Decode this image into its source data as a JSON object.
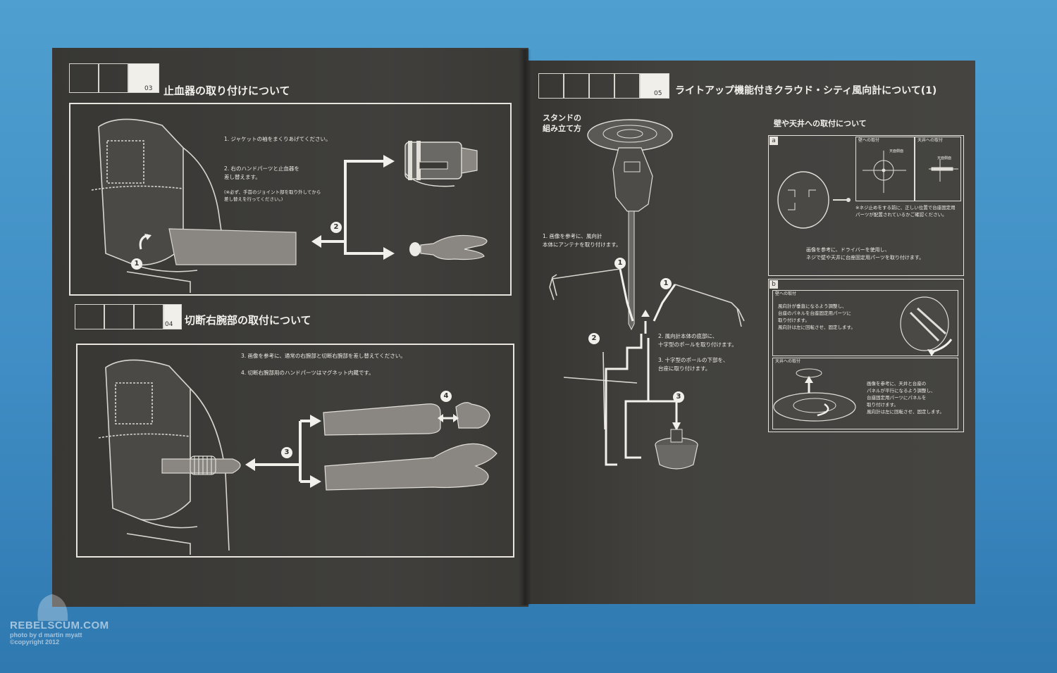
{
  "left_page": {
    "section03": {
      "number": "03",
      "title": "止血器の取り付けについて",
      "step1": "1. ジャケットの袖をまくりあげてください。",
      "step2": "2. 右のハンドパーツと止血器を\n 差し替えます。",
      "note": "(※必ず、手首のジョイント部を取り外してから\n 差し替えを行ってください。)",
      "badge1": "1",
      "badge2": "2"
    },
    "section04": {
      "number": "04",
      "title": "切断右腕部の取付について",
      "step3": "3. 画像を参考に、通常の右腕部と切断右腕部を差し替えてください。",
      "step4": "4. 切断右腕部用のハンドパーツはマグネット内蔵です。",
      "badge3": "3",
      "badge4": "4"
    }
  },
  "right_page": {
    "section05": {
      "number": "05",
      "title": "ライトアップ機能付きクラウド・シティ風向計について(1)",
      "stand_heading": "スタンドの\n組み立て方",
      "step1": "1. 画像を参考に、風向計\n 本体にアンテナを取り付けます。",
      "step2": "2. 風向計本体の底部に、\n 十字型のポールを取り付けます。",
      "step3": "3. 十字型のポールの下部を、\n 台座に取り付けます。",
      "badges": [
        "1",
        "1",
        "2",
        "3"
      ]
    },
    "mounting": {
      "heading": "壁や天井への取付について",
      "panel_a_label": "a",
      "wall_label": "壁への取付",
      "ceiling_label": "天井への取付",
      "mark1": "天面側面",
      "mark2": "天面側面",
      "screw_note": "※ネジ止めをする前に、正しい位置で台座固定用\nパーツが配置されているかご確認ください。",
      "driver_note": "画像を参考に、ドライバーを使用し、\nネジで壁や天井に台座固定用パーツを取り付けます。",
      "panel_b_label": "b",
      "wall_mount_label": "壁への取付",
      "wall_mount_text": "風向計が垂直になるよう調整し、\n台座のパネルを台座固定用パーツに\n取り付けます。\n風向計は左に回転させ、固定します。",
      "ceiling_mount_label": "天井への取付",
      "ceiling_mount_text": "画像を参考に、天井と台座の\nパネルが平行になるよう調整し、\n台座固定用パーツにパネルを\n取り付けます。\n風向計は左に回転させ、固定します。"
    }
  },
  "watermark": {
    "site": "REBELSCUM.COM",
    "credit": "photo by d martin myatt",
    "copyright": "©copyright 2012"
  }
}
